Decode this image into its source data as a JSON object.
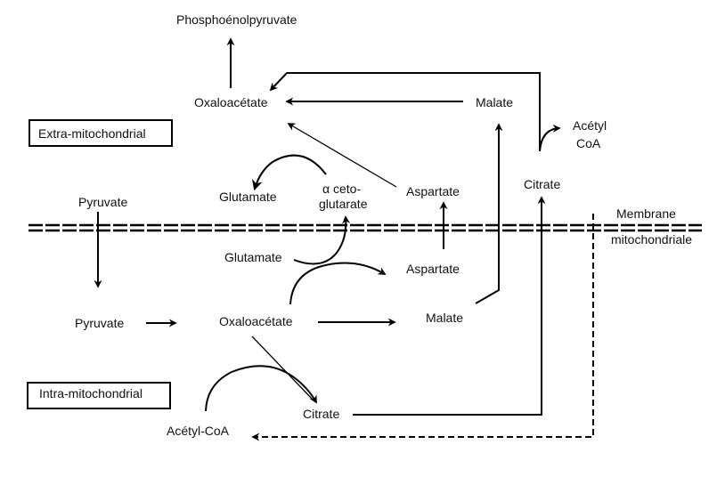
{
  "regions": {
    "extra": "Extra-mitochondrial",
    "intra": "Intra-mitochondrial"
  },
  "membrane": {
    "line1": "Membrane",
    "line2": "mitochondriale"
  },
  "extra_metabolites": {
    "pep": "Phosphoénolpyruvate",
    "oaa": "Oxaloacétate",
    "malate": "Malate",
    "acetyl_coa_1": "Acétyl",
    "acetyl_coa_2": "CoA",
    "citrate": "Citrate",
    "pyruvate": "Pyruvate",
    "glutamate": "Glutamate",
    "akg_1": "α ceto-",
    "akg_2": "glutarate",
    "aspartate": "Aspartate"
  },
  "intra_metabolites": {
    "glutamate": "Glutamate",
    "aspartate": "Aspartate",
    "pyruvate": "Pyruvate",
    "oaa": "Oxaloacétate",
    "malate": "Malate",
    "citrate": "Citrate",
    "acetyl_coa": "Acétyl-CoA"
  },
  "colors": {
    "stroke": "#000000",
    "text": "#111111",
    "background": "#ffffff"
  }
}
